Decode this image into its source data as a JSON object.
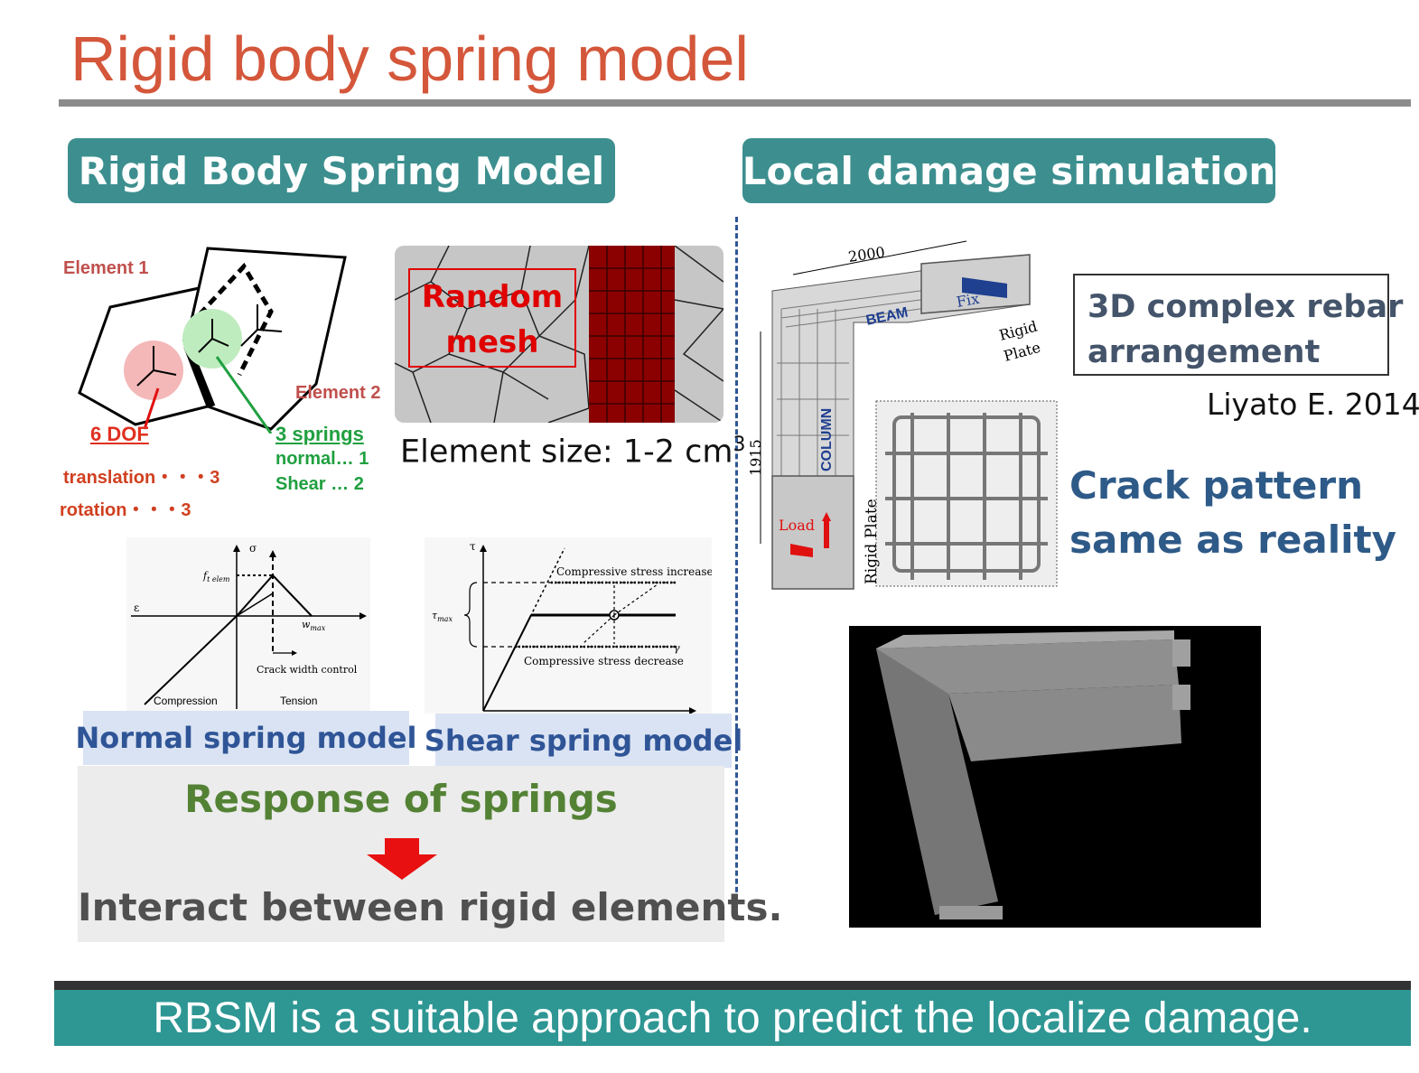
{
  "title": "Rigid body spring model",
  "left_header": "Rigid Body Spring Model",
  "right_header": "Local damage simulation",
  "element_diagram": {
    "element1": "Element 1",
    "element2": "Element 2",
    "dof_title": "6 DOF",
    "dof_translation": "translation・・・3",
    "dof_rotation": "rotation・・・3",
    "springs_title": "3 springs",
    "springs_normal": "normal… 1",
    "springs_shear": "Shear  … 2"
  },
  "mesh": {
    "label_line1": "Random",
    "label_line2": "mesh",
    "element_size_text": "Element size: 1-2 cm",
    "element_size_sup": "3"
  },
  "normal_chart": {
    "sigma": "σ",
    "epsilon": "ε",
    "ft": "f",
    "ft_sub": "t elem",
    "wmax": "w",
    "wmax_sub": "max",
    "crack": "Crack width control",
    "compression": "Compression",
    "tension": "Tension"
  },
  "shear_chart": {
    "tau": "τ",
    "taumax": "τ",
    "taumax_sub": "max",
    "gamma": "γ",
    "increase": "Compressive stress increase",
    "decrease": "Compressive stress decrease"
  },
  "captions": {
    "normal": "Normal spring model",
    "shear": "Shear spring model"
  },
  "response": {
    "title": "Response of springs",
    "text": "Interact between rigid elements."
  },
  "model_figure": {
    "dim_2000": "2000",
    "dim_1915": "1915",
    "beam": "BEAM",
    "column": "COLUMN",
    "fix": "Fix",
    "rigid_plate_1": "Rigid",
    "rigid_plate_2": "Plate",
    "rigid_plate_vertical": "Rigid Plate",
    "load": "Load"
  },
  "rebar_box": {
    "line1": "3D complex rebar",
    "line2": "arrangement"
  },
  "citation": "Liyato E. 2014",
  "crack": {
    "line1": "Crack pattern",
    "line2": "same as reality"
  },
  "bottom_banner": "RBSM is a suitable approach to predict the localize damage."
}
